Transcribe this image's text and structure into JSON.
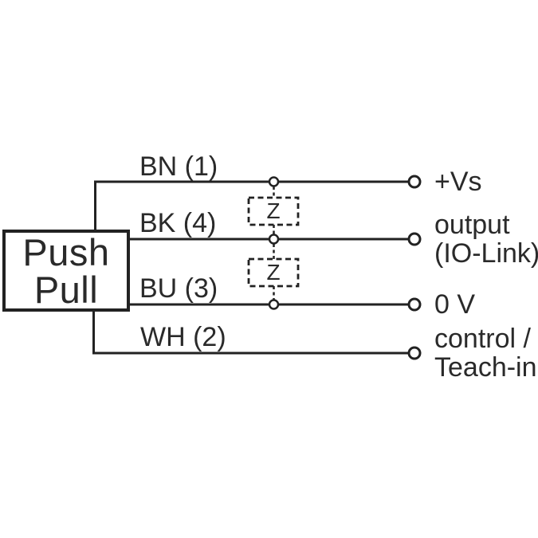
{
  "colors": {
    "ink": "#222222",
    "background": "#ffffff"
  },
  "device_box": {
    "label_line1": "Push",
    "label_line2": "Pull"
  },
  "wires": [
    {
      "wire_label": "BN (1)",
      "terminal_lines": [
        "+Vs"
      ]
    },
    {
      "wire_label": "BK (4)",
      "terminal_lines": [
        "output",
        "(IO-Link)"
      ]
    },
    {
      "wire_label": "BU (3)",
      "terminal_lines": [
        "0 V"
      ]
    },
    {
      "wire_label": "WH (2)",
      "terminal_lines": [
        "control /",
        "Teach-in"
      ]
    }
  ],
  "zener_diodes": [
    {
      "label": "Z"
    },
    {
      "label": "Z"
    }
  ]
}
